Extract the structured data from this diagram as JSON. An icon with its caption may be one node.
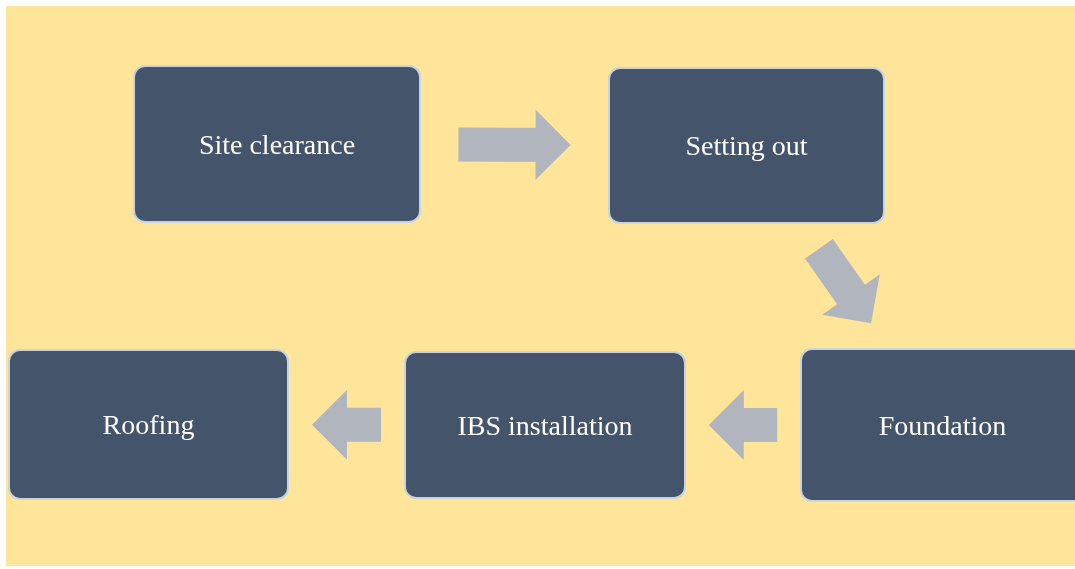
{
  "diagram": {
    "nodes": [
      {
        "text": [
          "Site clearance"
        ]
      },
      {
        "text": [
          "Setting out"
        ]
      },
      {
        "text": [
          "Foundation"
        ]
      },
      {
        "text": [
          "IBS installation"
        ]
      },
      {
        "text": [
          "Roofing"
        ]
      }
    ],
    "edges": [
      {
        "from": 0,
        "to": 1,
        "arrow": "to"
      },
      {
        "from": 1,
        "to": 2,
        "arrow": "to"
      },
      {
        "from": 2,
        "to": 3,
        "arrow": "to"
      },
      {
        "from": 3,
        "to": 4,
        "arrow": "to"
      }
    ]
  }
}
